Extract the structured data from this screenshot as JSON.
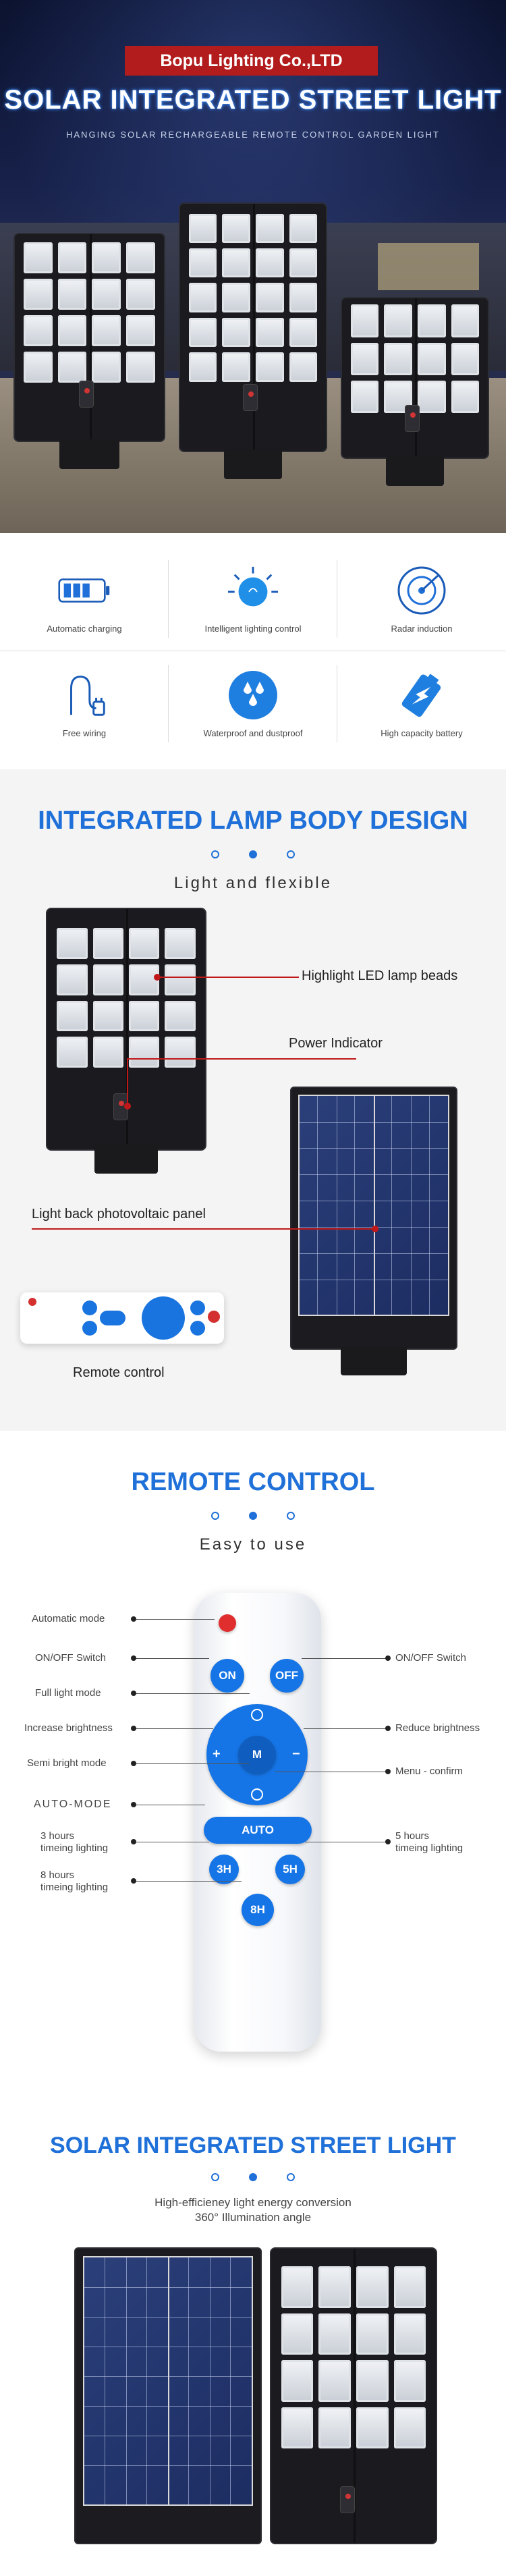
{
  "hero": {
    "brand": "Bopu Lighting Co.,LTD",
    "title": "SOLAR INTEGRATED STREET LIGHT",
    "subtitle": "HANGING SOLAR RECHARGEABLE REMOTE CONTROL GARDEN LIGHT"
  },
  "features": [
    {
      "label": "Automatic charging",
      "icon": "battery-icon"
    },
    {
      "label": "Intelligent lighting control",
      "icon": "light-sun-icon"
    },
    {
      "label": "Radar induction",
      "icon": "radar-icon"
    },
    {
      "label": "Free wiring",
      "icon": "plug-cable-icon"
    },
    {
      "label": "Waterproof and dustproof",
      "icon": "water-drops-icon"
    },
    {
      "label": "High capacity battery",
      "icon": "battery-bolt-icon"
    }
  ],
  "body_design": {
    "title": "INTEGRATED LAMP BODY DESIGN",
    "subtitle": "Light and flexible",
    "callouts": {
      "led": "Highlight LED lamp beads",
      "indicator": "Power Indicator",
      "pv": "Light back photovoltaic panel",
      "remote": "Remote control"
    }
  },
  "remote_section": {
    "title": "REMOTE CONTROL",
    "subtitle": "Easy to use",
    "left_labels": {
      "auto_mode": "Automatic mode",
      "onoff": "ON/OFF Switch",
      "full": "Full light mode",
      "increase": "Increase brightness",
      "semi": "Semi bright mode",
      "automode": "AUTO-MODE",
      "h3": "3 hours\ntimeing lighting",
      "h8": "8 hours\ntimeing lighting"
    },
    "right_labels": {
      "onoff": "ON/OFF Switch",
      "reduce": "Reduce brightness",
      "menu": "Menu - confirm",
      "h5": "5 hours\ntimeing lighting"
    },
    "buttons": {
      "on": "ON",
      "off": "OFF",
      "menu": "M",
      "auto": "AUTO",
      "h3": "3H",
      "h5": "5H",
      "h8": "8H",
      "plus": "+",
      "minus": "−"
    }
  },
  "final": {
    "title": "SOLAR INTEGRATED STREET LIGHT",
    "line1": "High-efficieney light energy conversion",
    "line2": "360° Illumination angle"
  },
  "colors": {
    "accent_blue": "#1f70d8",
    "brand_red": "#b21c1c",
    "callout_red": "#c01818"
  }
}
